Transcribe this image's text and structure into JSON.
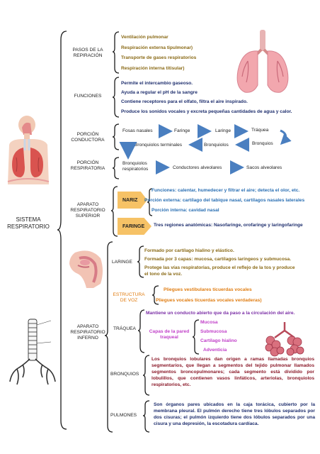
{
  "title": "SISTEMA\nRESPIRATORIO",
  "sections": {
    "pasos": "PASOS DE LA\nREPIRACIÓN",
    "funciones": "FUNCIONES",
    "conductora": "PORCIÓN\nCONDUCTORA",
    "respiratoria": "PORCIÓN\nRESPIRATORIA",
    "superior": "APARATO\nRESPIRATORIO\nSUPERIOR",
    "inferior": "APARATO\nRESPIRATORIO\nINFERNO"
  },
  "pasos_items": [
    "Ventilación pulmonar",
    "Respiración externa tipulmonar)",
    "Transporte de gases respiratorios",
    "Respiración interna titisular)"
  ],
  "funciones_items": [
    "Permite el intercambio gaseoso.",
    "Ayuda a regular el pH de la sangre",
    "Contiene receptores para el olfato, filtra el aire inspirado.",
    "Produce los sonidos vocales y excreta pequeñas cantidades de agua y calor."
  ],
  "conductora": {
    "nodes": [
      "Fosas nasales",
      "Faringe",
      "Laringe",
      "Tráquea",
      "Bronquios",
      "Bronquiolos",
      "Bronquiolos terminales"
    ]
  },
  "respiratoria": {
    "nodes": [
      "Bronquiolos\nrespiratorios",
      "Conductores alveolares",
      "Sacos alveolares"
    ]
  },
  "superior": {
    "nariz_label": "NARIZ",
    "nariz_lines": [
      "Funciones: calentar, humedecer y filtrar el aire; detecta el olor, etc.",
      "Porción externa: cartílago del tabique nasal, cartílagos nasales laterales",
      "Porción interna: cavidad nasal"
    ],
    "faringe_label": "FARINGE",
    "faringe_line": "Tres regiones anatómicas: Nasofaringe, orofaringe y laringofaringe"
  },
  "inferior": {
    "laringe_label": "LARINGE",
    "laringe_lines": [
      "Formado por cartílago hialino y elástico.",
      "Formada por 3 capas: mucosa, cartílagos laríngeos y submucosa.",
      "Protege las vías respiratorias, produce el reflejo de la tos y produce",
      "el tono de la voz."
    ],
    "voz_label": "ESTRUCTURA\nDE VOZ",
    "voz_lines": [
      "Pliegues vestibulares tícuerdas vocales",
      "Pliegues vocales tícuerdas vocales verdaderas)"
    ],
    "traquea_label": "TRÁQUEA",
    "traquea_line": "Mantiene un conducto abierto que da paso a la circulación del aire.",
    "capas_label": "Capas de la pared\ntraqueal",
    "capas_items": [
      "Mucosa",
      "Submucosa",
      "Cartílago hialino",
      "Adventicia"
    ],
    "bronquios_label": "BRONQUIOS",
    "bronquios_text": "Los bronquios lobulares dan origen a ramas llamadas bronquios segmentarios, que llegan a segmentos del tejido pulmonar llamados segmentos broncopulmonares; cada segmento está dividido por lobulillos, que contienen vasos linfáticos, arteriolas, bronquiolos respiratorios, etc.",
    "pulmones_label": "PULMONES",
    "pulmones_text": "Son órganos pares ubicados en la caja torácica, cubierto por la membrana pleural. El pulmón derecho tiene tres lóbulos separados por dos cisuras; el pulmón izquierdo tiene dos lóbulos separados por una cisura y una depresión, la escotadura cardíaca."
  },
  "colors": {
    "olive": "#8a6a16",
    "navy": "#1f2f6e",
    "blue": "#2a6fb3",
    "arrow": "#4a7fc0",
    "orange": "#e07d12",
    "purple": "#7b2fa6",
    "magenta": "#c03fc8",
    "maroon": "#8b1a2a",
    "tag": "#f6c266"
  },
  "icons": [
    "lungs-illustration",
    "respiratory-body-illustration",
    "nasal-cavity-illustration",
    "trachea-illustration",
    "alveoli-illustration"
  ]
}
